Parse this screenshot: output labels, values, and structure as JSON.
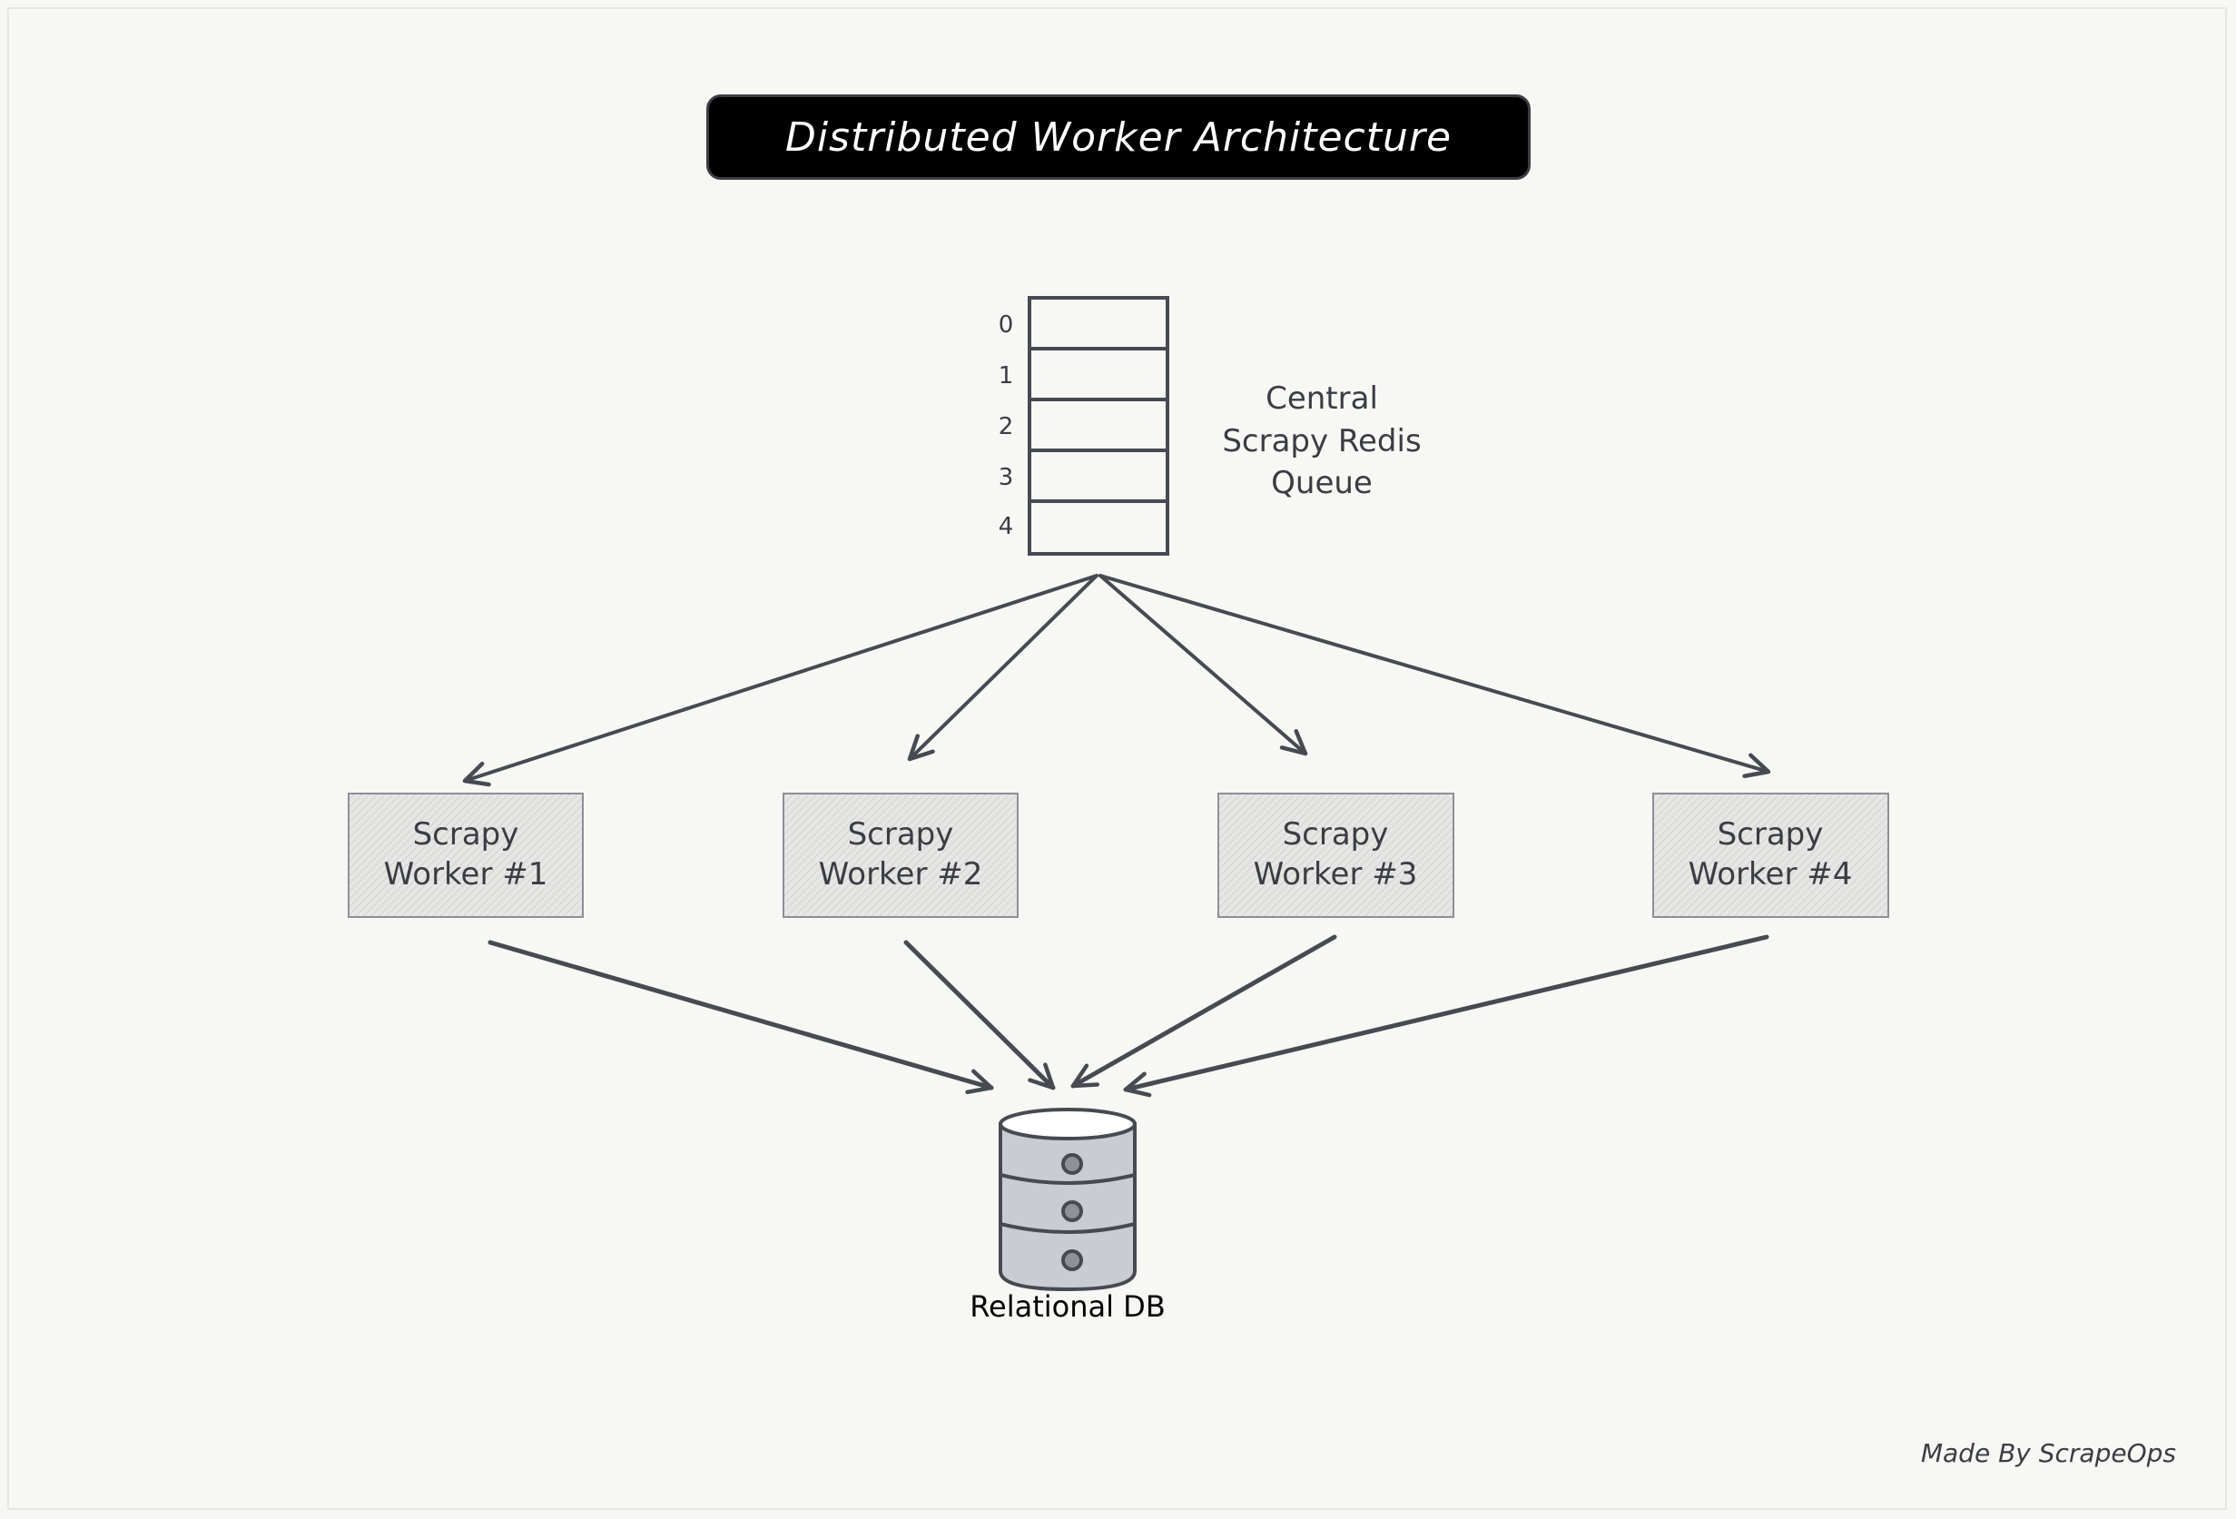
{
  "title": "Distributed Worker Architecture",
  "queue": {
    "indices": [
      "0",
      "1",
      "2",
      "3",
      "4"
    ],
    "label_lines": [
      "Central",
      "Scrapy Redis",
      "Queue"
    ]
  },
  "workers": [
    {
      "line1": "Scrapy",
      "line2": "Worker #1"
    },
    {
      "line1": "Scrapy",
      "line2": "Worker #2"
    },
    {
      "line1": "Scrapy",
      "line2": "Worker #3"
    },
    {
      "line1": "Scrapy",
      "line2": "Worker #4"
    }
  ],
  "database": {
    "label": "Relational DB"
  },
  "credit": "Made By ScrapeOps",
  "colors": {
    "background": "#f7f7f4",
    "stroke": "#464a52",
    "worker_fill": "#e4e4e4",
    "db_fill": "#c9ccd1",
    "title_fill": "#000000"
  }
}
